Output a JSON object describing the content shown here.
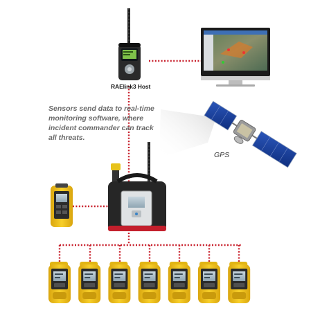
{
  "labels": {
    "host": "RAElink3 Host",
    "caption": "Sensors send data to real-time monitoring software, where incident commander can track all threats.",
    "gps": "GPS"
  },
  "colors": {
    "link": "#c8202c",
    "device_yellow": "#f3c31a",
    "device_dark": "#2b2b2b"
  },
  "devices": {
    "wearable_monitor_count": 7
  }
}
